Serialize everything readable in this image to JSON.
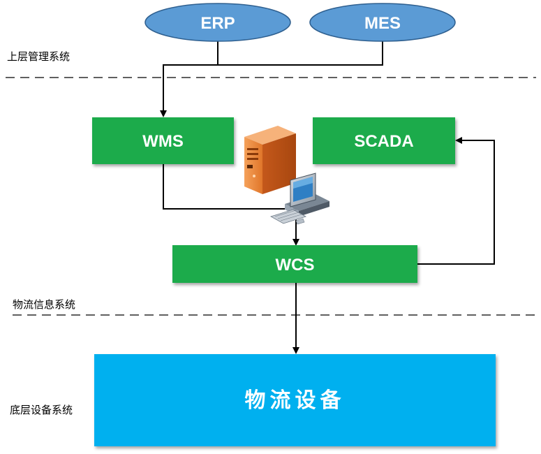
{
  "top_systems": {
    "erp": "ERP",
    "mes": "MES"
  },
  "middle_systems": {
    "wms": "WMS",
    "scada": "SCADA",
    "wcs": "WCS"
  },
  "equipment": {
    "label": "物流设备"
  },
  "layers": {
    "upper": "上层管理系统",
    "logistics": "物流信息系统",
    "bottom": "底层设备系统"
  },
  "icons": [
    "server-tower-icon",
    "desktop-computer-icon"
  ],
  "colors": {
    "ellipse_fill": "#5b9bd5",
    "box_fill": "#1aab4b",
    "equipment_fill": "#00b0ef",
    "line": "#000000"
  }
}
